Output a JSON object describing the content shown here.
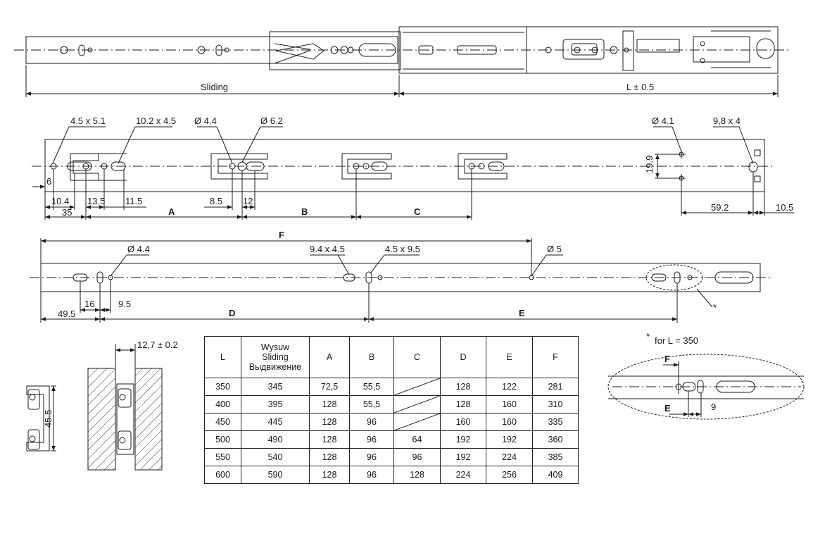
{
  "top_view": {
    "sliding_label": "Sliding",
    "length_label": "L ± 0.5"
  },
  "drawer_member": {
    "dims": {
      "slot_4_5x5_1": "4.5 x 5.1",
      "slot_10_2x4_5": "10.2 x 4.5",
      "dia_4_4": "Ø 4.4",
      "dia_6_2": "Ø 6.2",
      "dia_4_1": "Ø 4.1",
      "slot_9_8x4": "9,8 x 4",
      "d_6": "6",
      "d_10_4": "10.4",
      "d_35": "35",
      "d_13_5": "13.5",
      "d_11_5": "11.5",
      "d_8_5": "8.5",
      "d_12": "12",
      "d_19_9": "19.9",
      "d_59_2": "59.2",
      "d_10_5": "10.5",
      "A": "A",
      "B": "B",
      "C": "C"
    }
  },
  "cabinet_member": {
    "dims": {
      "F": "F",
      "dia_4_4": "Ø 4.4",
      "slot_9_4x4_5": "9.4 x 4.5",
      "slot_4_5x9_5": "4.5 x 9.5",
      "dia_5": "Ø 5",
      "d_49_5": "49.5",
      "d_16": "16",
      "d_9_5": "9.5",
      "D": "D",
      "E": "E",
      "star": "*"
    }
  },
  "cross_section": {
    "height": "45.5",
    "gap": "12,7 ± 0.2"
  },
  "detail": {
    "note_star": "*",
    "note": "for L = 350",
    "F": "F",
    "E": "E",
    "nine": "9"
  },
  "table": {
    "headers": [
      "L",
      "Wysuw",
      "Sliding",
      "Выдвижение",
      "A",
      "B",
      "C",
      "D",
      "E",
      "F"
    ],
    "rows": [
      [
        "350",
        "345",
        "72,5",
        "55,5",
        "",
        "128",
        "122",
        "281"
      ],
      [
        "400",
        "395",
        "128",
        "55,5",
        "",
        "128",
        "160",
        "310"
      ],
      [
        "450",
        "445",
        "128",
        "96",
        "",
        "160",
        "160",
        "335"
      ],
      [
        "500",
        "490",
        "128",
        "96",
        "64",
        "192",
        "192",
        "360"
      ],
      [
        "550",
        "540",
        "128",
        "96",
        "96",
        "192",
        "224",
        "385"
      ],
      [
        "600",
        "590",
        "128",
        "96",
        "128",
        "224",
        "256",
        "409"
      ]
    ]
  }
}
